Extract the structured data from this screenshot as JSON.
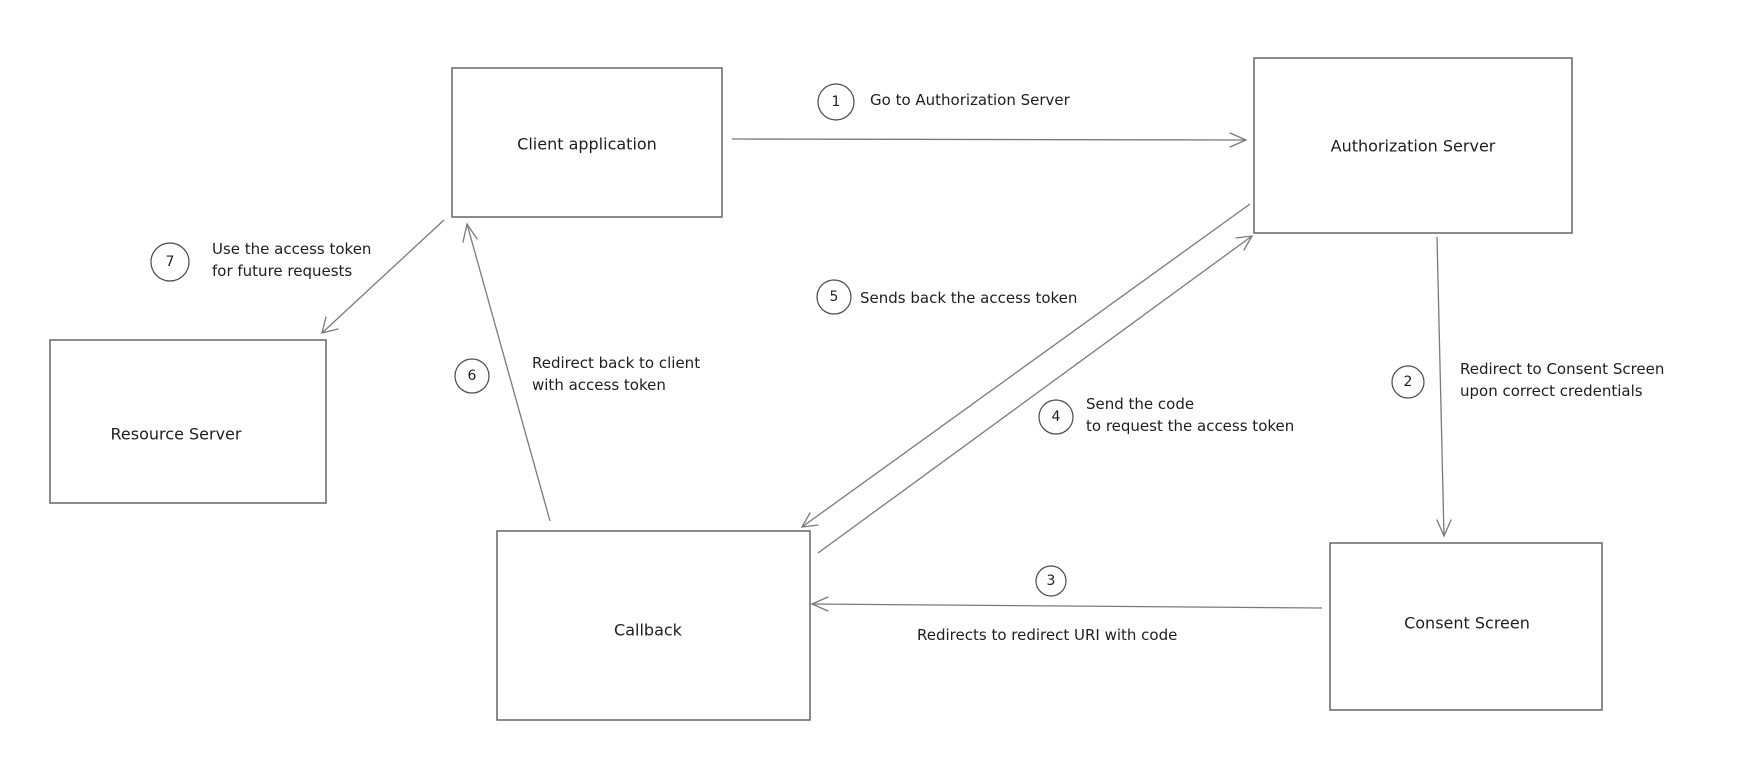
{
  "colors": {
    "background": "#ffffff",
    "stroke": "#5a5a5a",
    "arrow": "#7a7a7a",
    "text": "#1e1e1e"
  },
  "nodes": {
    "client": "Client application",
    "auth": "Authorization Server",
    "resource": "Resource Server",
    "callback": "Callback",
    "consent": "Consent Screen"
  },
  "steps": [
    {
      "num": "1",
      "lines": [
        "Go to Authorization Server"
      ]
    },
    {
      "num": "2",
      "lines": [
        "Redirect to Consent Screen",
        "upon correct credentials"
      ]
    },
    {
      "num": "3",
      "lines": [
        "Redirects to redirect URI with code"
      ]
    },
    {
      "num": "4",
      "lines": [
        "Send the code",
        "to request the access token"
      ]
    },
    {
      "num": "5",
      "lines": [
        "Sends back the access token"
      ]
    },
    {
      "num": "6",
      "lines": [
        "Redirect back to client",
        "with access token"
      ]
    },
    {
      "num": "7",
      "lines": [
        "Use the access token",
        "for future requests"
      ]
    }
  ]
}
